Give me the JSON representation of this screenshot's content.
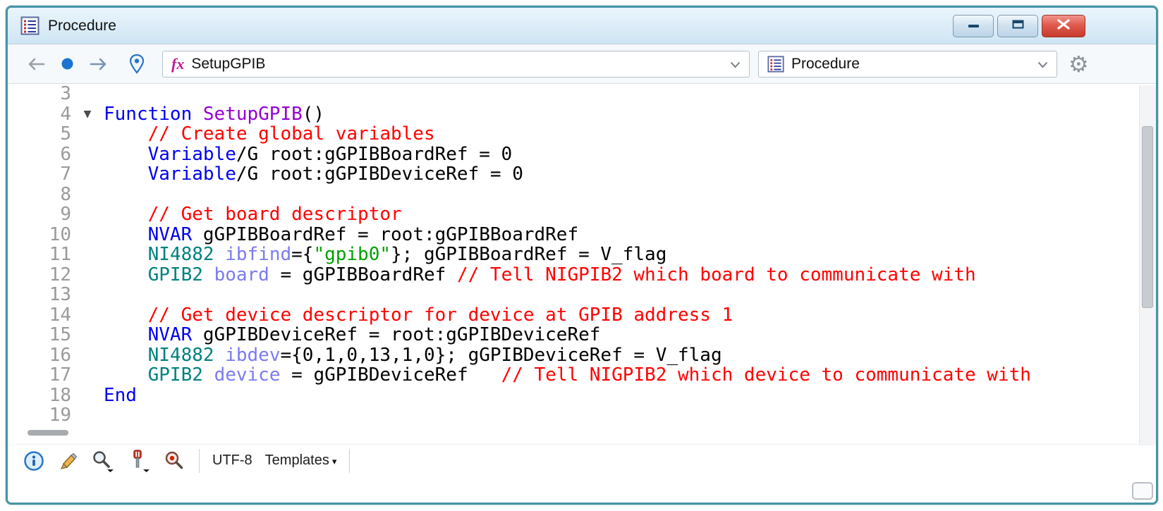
{
  "window": {
    "title": "Procedure"
  },
  "toolbar": {
    "fx_glyph": "fx",
    "function_selector": {
      "value": "SetupGPIB"
    },
    "window_selector": {
      "value": "Procedure"
    },
    "gear_glyph": "⚙"
  },
  "editor": {
    "lines": [
      {
        "num": "3",
        "fold": "",
        "segments": []
      },
      {
        "num": "4",
        "fold": "▼",
        "segments": [
          {
            "t": "Function",
            "c": "keyword"
          },
          {
            "t": " ",
            "c": "plain"
          },
          {
            "t": "SetupGPIB",
            "c": "fname"
          },
          {
            "t": "()",
            "c": "plain"
          }
        ]
      },
      {
        "num": "5",
        "fold": "",
        "segments": [
          {
            "t": "    ",
            "c": "plain"
          },
          {
            "t": "// Create global variables",
            "c": "comment"
          }
        ]
      },
      {
        "num": "6",
        "fold": "",
        "segments": [
          {
            "t": "    ",
            "c": "plain"
          },
          {
            "t": "Variable",
            "c": "keyword"
          },
          {
            "t": "/G root:gGPIBBoardRef = 0",
            "c": "plain"
          }
        ]
      },
      {
        "num": "7",
        "fold": "",
        "segments": [
          {
            "t": "    ",
            "c": "plain"
          },
          {
            "t": "Variable",
            "c": "keyword"
          },
          {
            "t": "/G root:gGPIBDeviceRef = 0",
            "c": "plain"
          }
        ]
      },
      {
        "num": "8",
        "fold": "",
        "segments": []
      },
      {
        "num": "9",
        "fold": "",
        "segments": [
          {
            "t": "    ",
            "c": "plain"
          },
          {
            "t": "// Get board descriptor",
            "c": "comment"
          }
        ]
      },
      {
        "num": "10",
        "fold": "",
        "segments": [
          {
            "t": "    ",
            "c": "plain"
          },
          {
            "t": "NVAR",
            "c": "keyword"
          },
          {
            "t": " gGPIBBoardRef = root:gGPIBBoardRef",
            "c": "plain"
          }
        ]
      },
      {
        "num": "11",
        "fold": "",
        "segments": [
          {
            "t": "    ",
            "c": "plain"
          },
          {
            "t": "NI4882",
            "c": "op"
          },
          {
            "t": " ",
            "c": "plain"
          },
          {
            "t": "ibfind",
            "c": "flag"
          },
          {
            "t": "={",
            "c": "plain"
          },
          {
            "t": "\"gpib0\"",
            "c": "str"
          },
          {
            "t": "}; gGPIBBoardRef = V_flag",
            "c": "plain"
          }
        ]
      },
      {
        "num": "12",
        "fold": "",
        "segments": [
          {
            "t": "    ",
            "c": "plain"
          },
          {
            "t": "GPIB2",
            "c": "op"
          },
          {
            "t": " ",
            "c": "plain"
          },
          {
            "t": "board",
            "c": "flag"
          },
          {
            "t": " = gGPIBBoardRef ",
            "c": "plain"
          },
          {
            "t": "// Tell NIGPIB2 which board to communicate with",
            "c": "comment"
          }
        ]
      },
      {
        "num": "13",
        "fold": "",
        "segments": []
      },
      {
        "num": "14",
        "fold": "",
        "segments": [
          {
            "t": "    ",
            "c": "plain"
          },
          {
            "t": "// Get device descriptor for device at GPIB address 1",
            "c": "comment"
          }
        ]
      },
      {
        "num": "15",
        "fold": "",
        "segments": [
          {
            "t": "    ",
            "c": "plain"
          },
          {
            "t": "NVAR",
            "c": "keyword"
          },
          {
            "t": " gGPIBDeviceRef = root:gGPIBDeviceRef",
            "c": "plain"
          }
        ]
      },
      {
        "num": "16",
        "fold": "",
        "segments": [
          {
            "t": "    ",
            "c": "plain"
          },
          {
            "t": "NI4882",
            "c": "op"
          },
          {
            "t": " ",
            "c": "plain"
          },
          {
            "t": "ibdev",
            "c": "flag"
          },
          {
            "t": "={0,1,0,13,1,0}; gGPIBDeviceRef = V_flag",
            "c": "plain"
          }
        ]
      },
      {
        "num": "17",
        "fold": "",
        "segments": [
          {
            "t": "    ",
            "c": "plain"
          },
          {
            "t": "GPIB2",
            "c": "op"
          },
          {
            "t": " ",
            "c": "plain"
          },
          {
            "t": "device",
            "c": "flag"
          },
          {
            "t": " = gGPIBDeviceRef   ",
            "c": "plain"
          },
          {
            "t": "// Tell NIGPIB2 which device to communicate with",
            "c": "comment"
          }
        ]
      },
      {
        "num": "18",
        "fold": "",
        "segments": [
          {
            "t": "End",
            "c": "keyword"
          }
        ]
      },
      {
        "num": "19",
        "fold": "",
        "segments": []
      }
    ],
    "syntax_colors": {
      "keyword": "#0000f0",
      "function_name": "#9400d3",
      "comment": "#ff0000",
      "operation": "#008080",
      "flag": "#7b7bf0",
      "string": "#00a000",
      "plain": "#000000"
    }
  },
  "statusbar": {
    "encoding": "UTF-8",
    "templates_label": "Templates",
    "templates_caret": "▾"
  }
}
